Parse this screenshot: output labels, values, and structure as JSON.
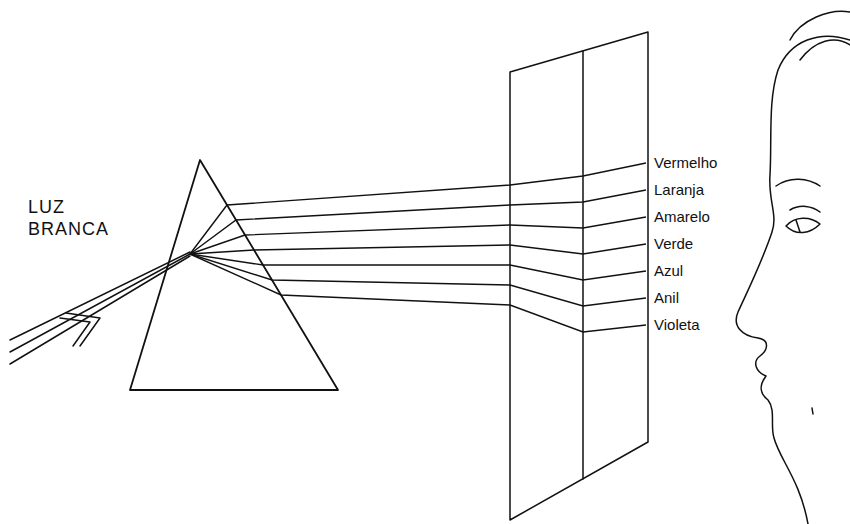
{
  "diagram": {
    "labels": [
      "LUZ BRANCA",
      "Vermelho",
      "Laranja",
      "Amarelo",
      "Verde",
      "Azul",
      "Anil",
      "Violeta"
    ]
  }
}
